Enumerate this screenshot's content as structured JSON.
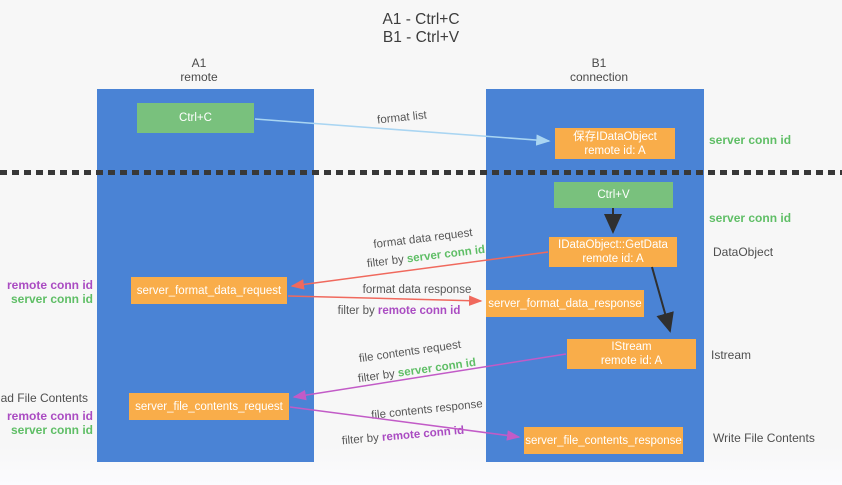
{
  "title": {
    "line1": "A1 - Ctrl+C",
    "line2": "B1 - Ctrl+V"
  },
  "columns": {
    "a1": {
      "name": "A1",
      "subtitle": "remote"
    },
    "b1": {
      "name": "B1",
      "subtitle": "connection"
    }
  },
  "boxes": {
    "ctrl_c": {
      "label": "Ctrl+C"
    },
    "ctrl_v": {
      "label": "Ctrl+V"
    },
    "save_dataobject": {
      "line1": "保存IDataObject",
      "line2": "remote id: A"
    },
    "getdata": {
      "line1": "IDataObject::GetData",
      "line2": "remote id: A"
    },
    "istream": {
      "line1": "IStream",
      "line2": "remote id: A"
    },
    "server_format_data_request": {
      "label": "server_format_data_request"
    },
    "server_format_data_response": {
      "label": "server_format_data_response"
    },
    "server_file_contents_request": {
      "label": "server_file_contents_request"
    },
    "server_file_contents_response": {
      "label": "server_file_contents_response"
    }
  },
  "edge_labels": {
    "format_list": "format list",
    "format_data_request": "format data request",
    "format_data_request_filter_prefix": "filter by ",
    "format_data_request_filter_key": "server conn id",
    "format_data_response": "format data response",
    "format_data_response_filter_prefix": "filter by ",
    "format_data_response_filter_key": "remote conn id",
    "file_contents_request": "file contents request",
    "file_contents_request_filter_prefix": "filter by ",
    "file_contents_request_filter_key": "server conn id",
    "file_contents_response": "file contents response",
    "file_contents_response_filter_prefix": "filter by ",
    "file_contents_response_filter_key": "remote conn id"
  },
  "left_labels": {
    "format_remote_conn_id": "remote conn id",
    "format_server_conn_id": "server conn id",
    "read_file_contents": "Read File Contents",
    "file_remote_conn_id": "remote conn id",
    "file_server_conn_id": "server conn id"
  },
  "right_labels": {
    "server_conn_id_top": "server conn id",
    "server_conn_id_mid": "server conn id",
    "dataobject": "DataObject",
    "istream": "Istream",
    "write_file_contents": "Write File Contents"
  },
  "colors": {
    "column-blue": "#4a83d5",
    "box-orange": "#f9ad4a",
    "box-green": "#79c17d",
    "arrow-salmon": "#f0695d",
    "arrow-magenta": "#c25bc7",
    "arrow-lightblue": "#a9d5f2",
    "arrow-black": "#2f2f2f",
    "text-green": "#5fbe66",
    "text-purple": "#aa4cc2",
    "text-gray": "#575757",
    "background": "#f7f7f7"
  }
}
